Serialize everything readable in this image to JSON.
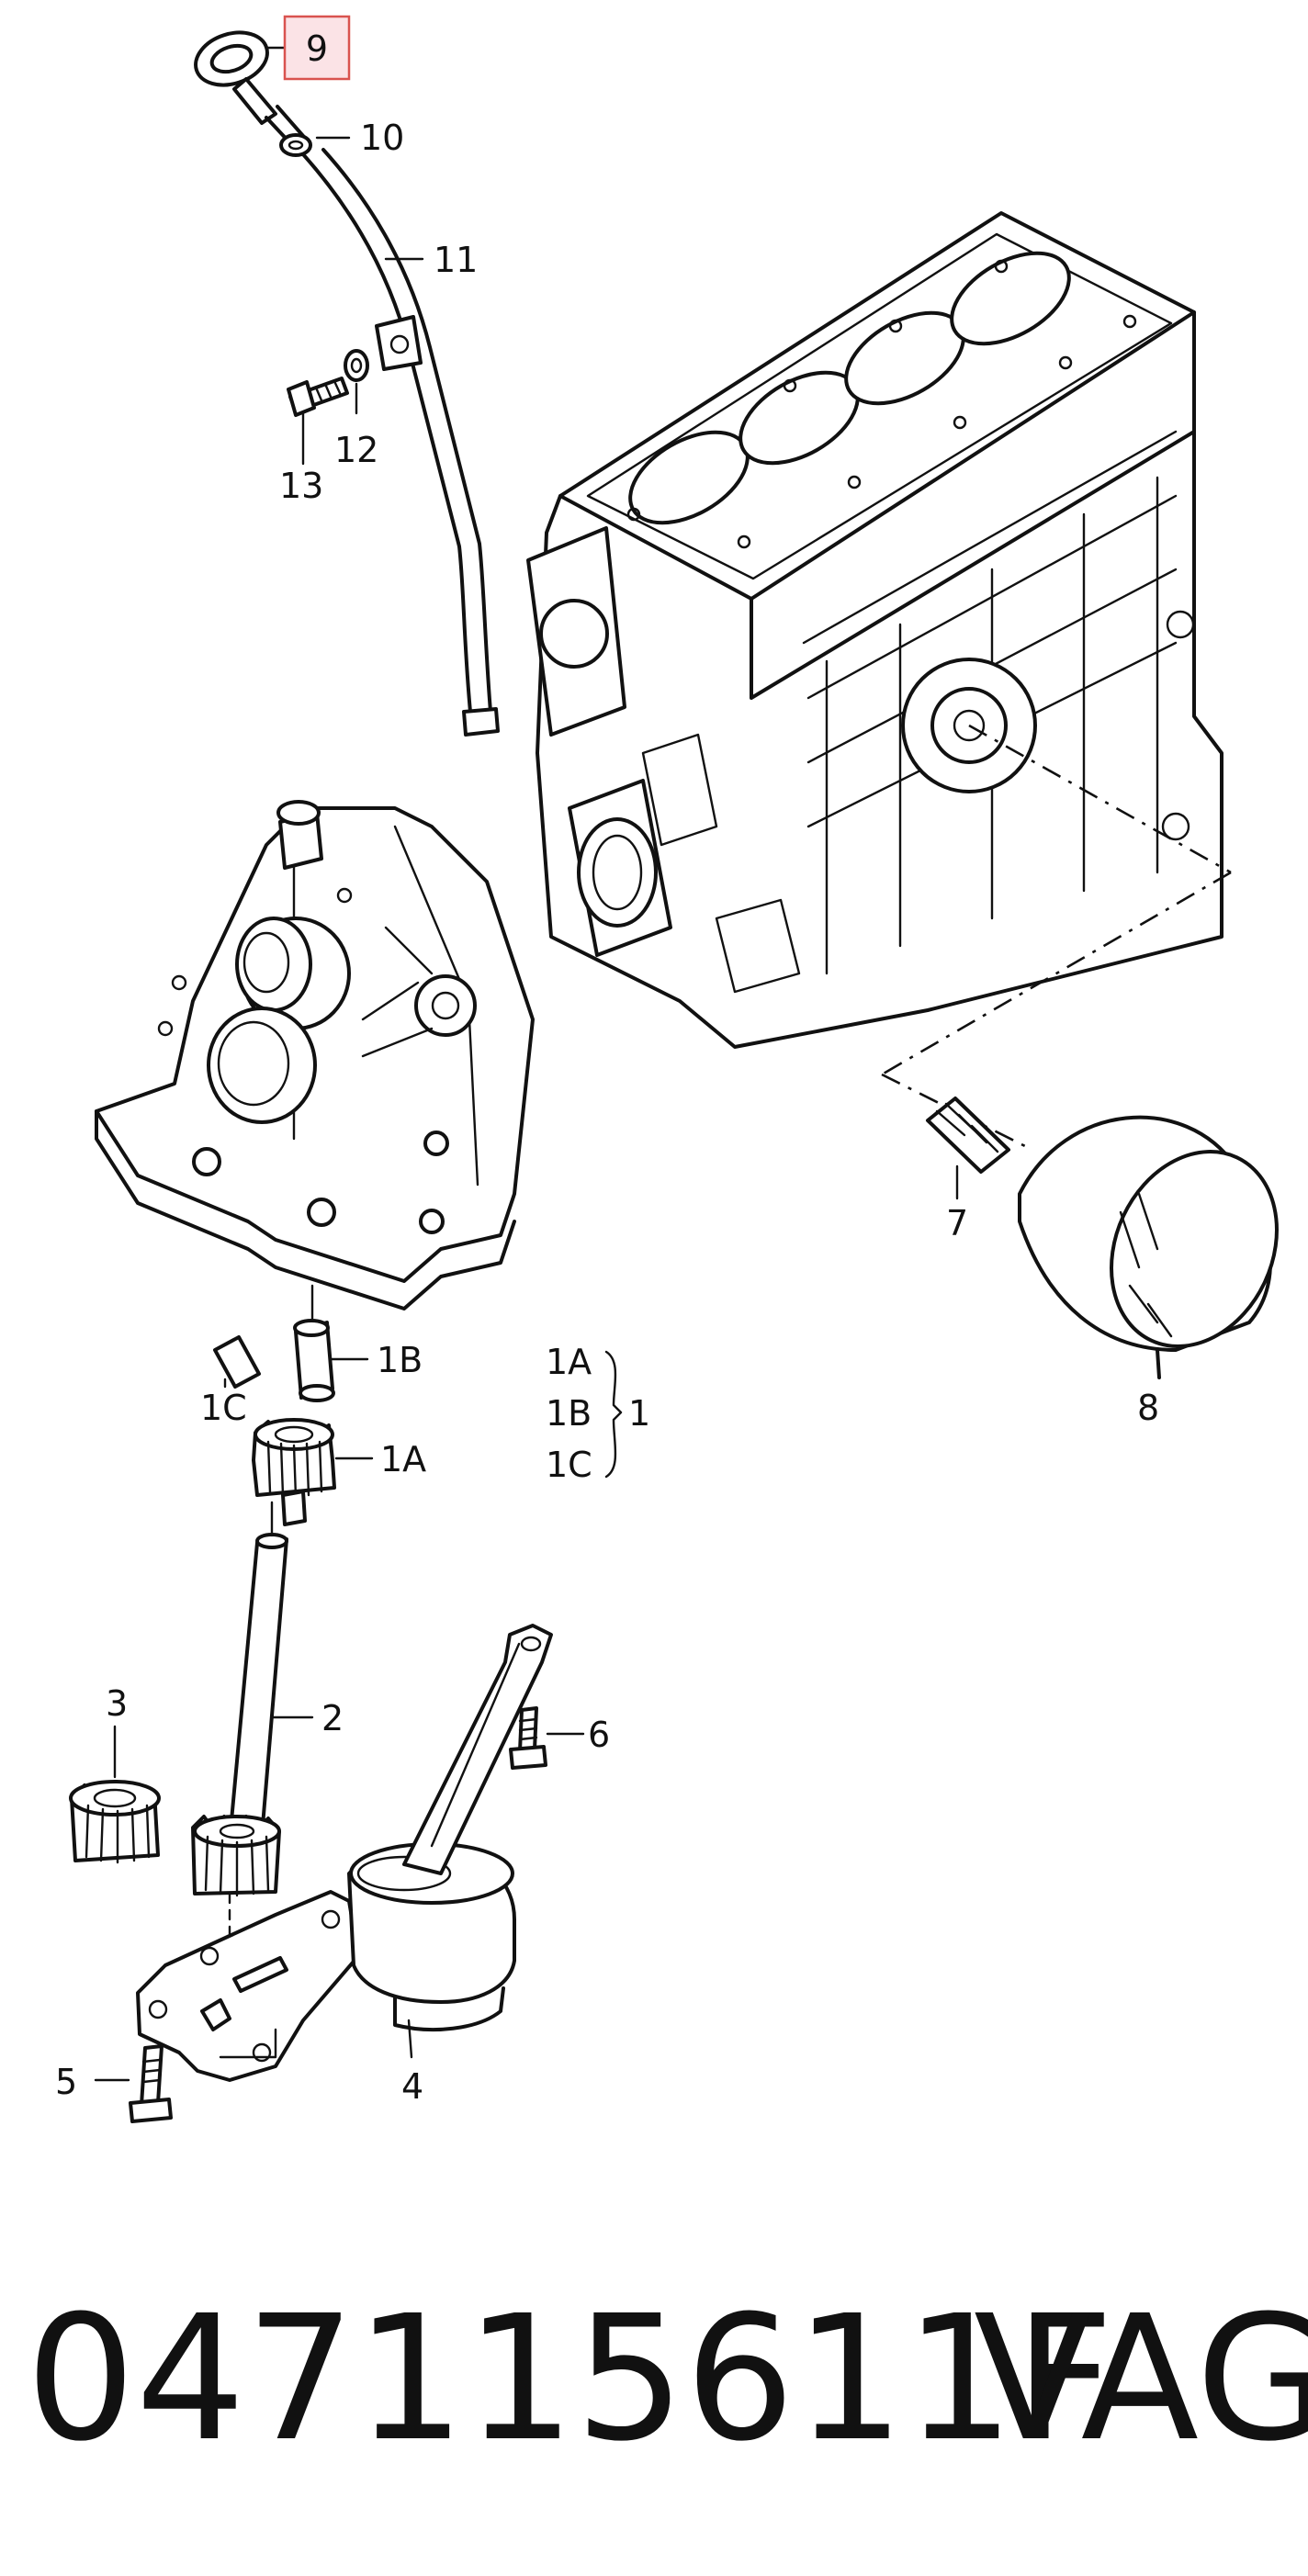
{
  "callouts": {
    "c9": "9",
    "c10": "10",
    "c11": "11",
    "c12": "12",
    "c13": "13",
    "c1b": "1B",
    "c1c": "1C",
    "c1a": "1A",
    "c2": "2",
    "c3": "3",
    "c4": "4",
    "c5": "5",
    "c6": "6",
    "c7": "7",
    "c8": "8"
  },
  "legend": {
    "a": "1A",
    "b": "1B",
    "c": "1C",
    "group": "1"
  },
  "highlight_color": "#d9534f",
  "part_number": "047115611F",
  "brand": "VAG"
}
